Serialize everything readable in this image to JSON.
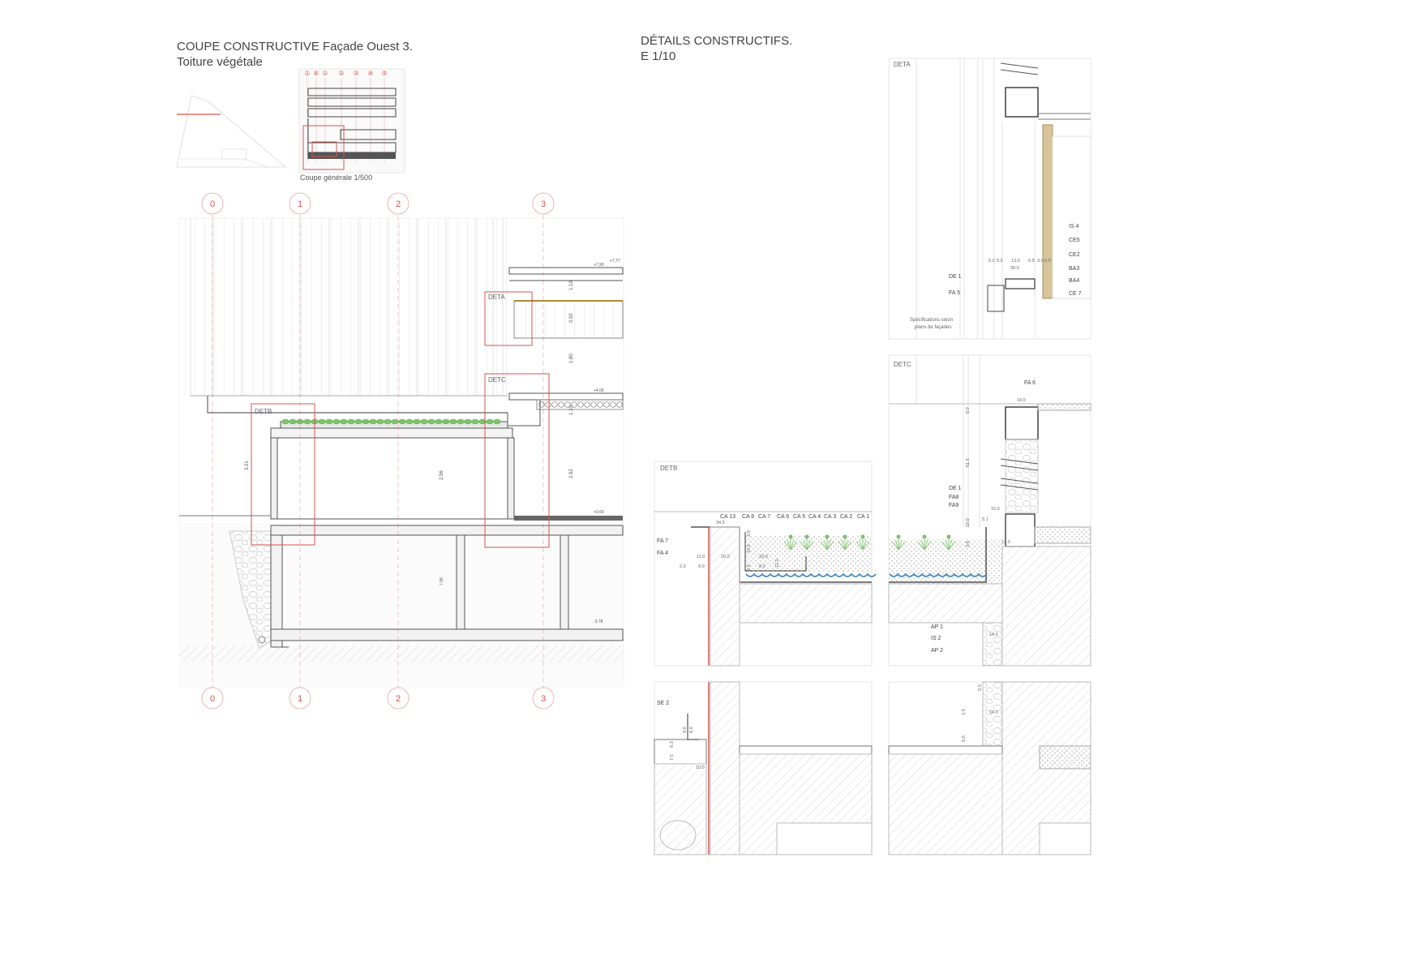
{
  "left_title": {
    "line1": "COUPE CONSTRUCTIVE Façade Ouest 3.",
    "line2": "Toiture végétale"
  },
  "right_title": {
    "line1": "DÉTAILS CONSTRUCTIFS.",
    "line2": "E 1/10"
  },
  "key_section": {
    "caption": "Coupe générale 1/500",
    "axis_marks": [
      "①",
      "⑥",
      "①",
      "②",
      "③",
      "④",
      "⑤"
    ]
  },
  "axes": {
    "labels": [
      "0",
      "1",
      "2",
      "3"
    ],
    "color": "#d9534f"
  },
  "main_section": {
    "detail_tags": [
      "DETA",
      "DETC",
      "DETB"
    ],
    "dimensions": [
      "3.21",
      "2.56",
      "2.92",
      "1.80",
      "0.92",
      "1.10",
      "1.10",
      "7.95",
      "-3.78"
    ],
    "levels": [
      "+7,90",
      "+7,77",
      "+4,06",
      "+0,00"
    ]
  },
  "detail_a": {
    "tag": "DETA",
    "layers": [
      "IS 4",
      "CE5",
      "CE2",
      "BA3",
      "BA4",
      "CE 7"
    ],
    "left_labels": [
      "DE 1",
      "FA 5"
    ],
    "dims_top": [
      "5.0",
      "5.0",
      "13.0",
      "6.5",
      "3.0",
      "6.0"
    ],
    "dim_total": "30.0",
    "note_line1": "Spécifications selon",
    "note_line2": "plans de façades"
  },
  "detail_c": {
    "tag": "DETC",
    "top_label": "FA 6",
    "dims": [
      "19.0",
      "6.0",
      "61.5",
      "15.0",
      "10.0",
      "3.8",
      "12.0",
      "5.1",
      "14.0"
    ],
    "left_labels": [
      "DE 1",
      "FA8",
      "FA9"
    ],
    "lower_labels": [
      "AP 1",
      "IS 2",
      "AP 2"
    ]
  },
  "detail_b": {
    "tag": "DETB",
    "layers": [
      "CA 13",
      "CA 8",
      "CA 7",
      "CA 6",
      "CA 5",
      "CA 4",
      "CA 3",
      "CA 2",
      "CA 1"
    ],
    "left_labels": [
      "FA 7",
      "FA 4"
    ],
    "dims": [
      "34.5",
      "11.0",
      "9.0",
      "2.0",
      "20.0",
      "23.0",
      "8.2",
      "12.0",
      "3.0",
      "10.0",
      "2.5"
    ]
  },
  "detail_d": {
    "label": "SE 2",
    "dims": [
      "8.3",
      "9.0",
      "6.0",
      "7.5",
      "10.0"
    ]
  },
  "detail_e": {
    "dims": [
      "5.0",
      "1.5",
      "14.0",
      "5.0"
    ]
  },
  "colors": {
    "accent_red": "#d9534f",
    "vegetation": "#7cc36a",
    "timber": "#d8c49a",
    "drainage": "#3a7fc1"
  }
}
